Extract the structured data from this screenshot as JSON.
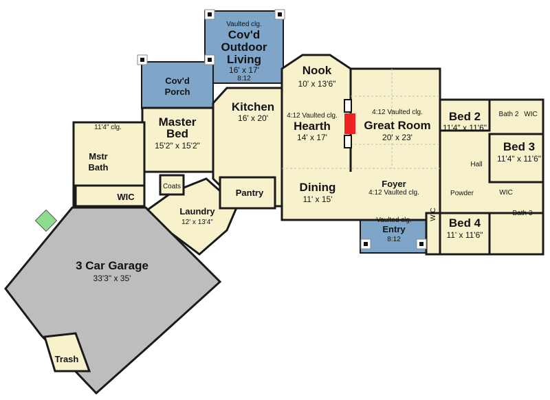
{
  "colors": {
    "interior": "#f7f2cc",
    "covered": "#7fa6c8",
    "garage": "#bdbdbd",
    "fireplace": "#ee2222",
    "wall": "#1a1a1a"
  },
  "rooms": {
    "outdoor": {
      "note": "Vaulted clg.",
      "name1": "Cov'd",
      "name2": "Outdoor",
      "name3": "Living",
      "dim": "16' x 17'",
      "pitch": "8:12"
    },
    "porch": {
      "name1": "Cov'd",
      "name2": "Porch"
    },
    "nook": {
      "name": "Nook",
      "dim": "10' x 13'6\""
    },
    "kitchen": {
      "name": "Kitchen",
      "dim": "16' x 20'"
    },
    "hearth": {
      "note": "4:12 Vaulted clg.",
      "name": "Hearth",
      "dim": "14' x 17'"
    },
    "great": {
      "note": "4:12 Vaulted clg.",
      "name": "Great Room",
      "dim": "20' x 23'"
    },
    "master": {
      "name1": "Master",
      "name2": "Bed",
      "dim": "15'2\" x 15'2\""
    },
    "mbath": {
      "note": "11'4\" clg.",
      "name1": "Mstr",
      "name2": "Bath"
    },
    "wic1": {
      "name": "WIC"
    },
    "coats": {
      "name": "Coats"
    },
    "pantry": {
      "name": "Pantry"
    },
    "laundry": {
      "name": "Laundry",
      "dim": "12' x 13'4\""
    },
    "dining": {
      "name": "Dining",
      "dim": "11' x 15'"
    },
    "foyer": {
      "name": "Foyer",
      "note": "4:12 Vaulted clg."
    },
    "entry": {
      "note": "Vaulted clg.",
      "name": "Entry",
      "pitch": "8:12"
    },
    "bed2": {
      "name": "Bed 2",
      "dim": "11'4\" x 11'6\""
    },
    "bath2": {
      "name": "Bath 2"
    },
    "wic2": {
      "name": "WIC"
    },
    "bed3": {
      "name": "Bed 3",
      "dim": "11'4\" x 11'6\""
    },
    "hall": {
      "name": "Hall"
    },
    "powder": {
      "name": "Powder"
    },
    "wic3": {
      "name": "WIC"
    },
    "wic4": {
      "name": "WIC"
    },
    "bed4": {
      "name": "Bed 4",
      "dim": "11' x 11'6\""
    },
    "bath3": {
      "name": "Bath 3"
    },
    "garage": {
      "name": "3 Car Garage",
      "dim": "33'3\" x 35'"
    },
    "trash": {
      "name": "Trash"
    }
  }
}
